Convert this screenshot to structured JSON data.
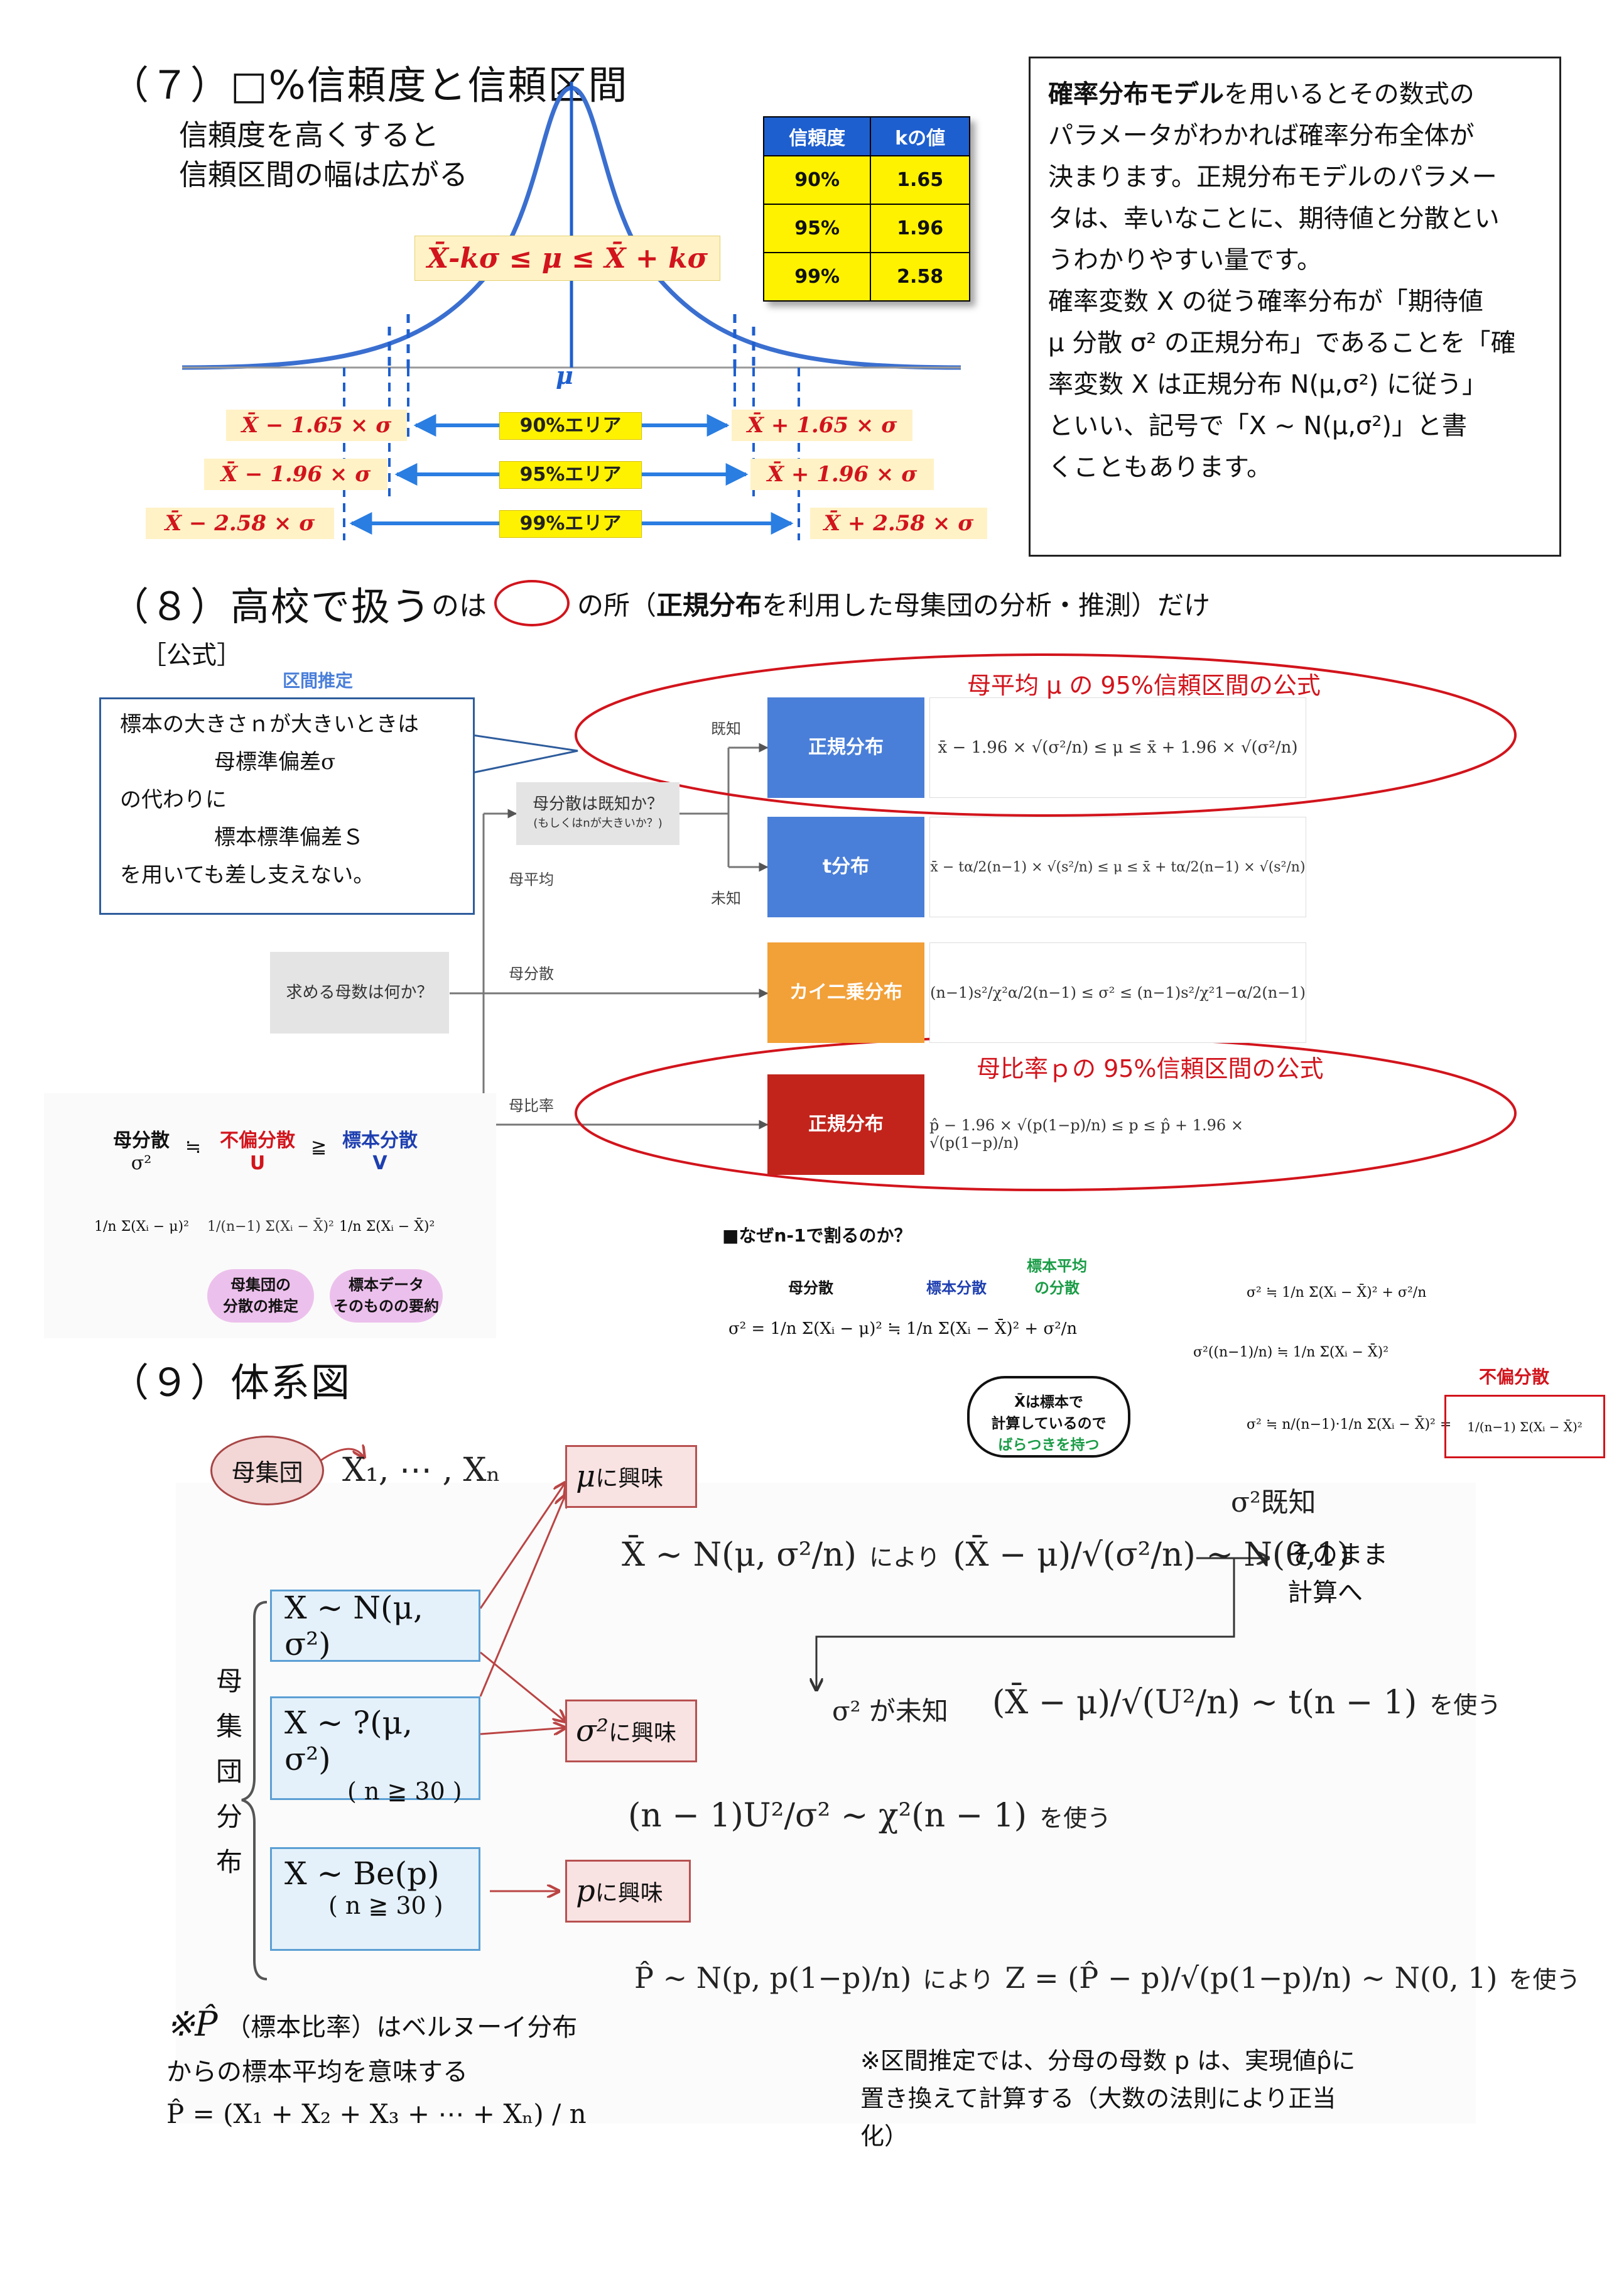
{
  "s7": {
    "heading": "（７）□%信頼度と信頼区間",
    "note_line1": "信頼度を高くすると",
    "note_line2": "信頼区間の幅は広がる",
    "formula": "X̄-kσ ≤ μ ≤ X̄ + kσ",
    "mu": "μ",
    "table": {
      "header_conf": "信頼度",
      "header_k": "kの値",
      "rows": [
        {
          "conf": "90%",
          "k": "1.65"
        },
        {
          "conf": "95%",
          "k": "1.96"
        },
        {
          "conf": "99%",
          "k": "2.58"
        }
      ]
    },
    "rows": [
      {
        "left": "X̄ − 1.65 × σ",
        "area": "90%エリア",
        "right": "X̄ + 1.65 × σ"
      },
      {
        "left": "X̄ − 1.96 × σ",
        "area": "95%エリア",
        "right": "X̄ + 1.96 × σ"
      },
      {
        "left": "X̄ − 2.58 × σ",
        "area": "99%エリア",
        "right": "X̄ + 2.58 × σ"
      }
    ]
  },
  "rightbox": {
    "l1_bold": "確率分布モデル",
    "l1_rest": "を用いるとその数式の",
    "l2": "パラメータがわかれば確率分布全体が",
    "l3": "決まります。正規分布モデルのパラメー",
    "l4": "タは、幸いなことに、期待値と分散とい",
    "l5": "うわかりやすい量です。",
    "l6": "確率変数 X の従う確率分布が「期待値",
    "l7": "μ 分散 σ² の正規分布」であることを「確",
    "l8": "率変数 X は正規分布 N(μ,σ²) に従う」",
    "l9": "といい、記号で「X ~ N(μ,σ²)」と書",
    "l10": "くこともあります。"
  },
  "s8": {
    "heading_a": "（８）高校で扱う",
    "heading_b": "のは",
    "heading_c": "の所（",
    "heading_bold": "正規分布",
    "heading_d": "を利用した母集団の分析・推測）だけ",
    "formula_label": "［公式］",
    "estimate_title": "区間推定",
    "callout": [
      "標本の大きさｎが大きいときは",
      "母標準偏差σ",
      "の代わりに",
      "標本標準偏差Ｓ",
      "を用いても差し支えない。"
    ],
    "ask_param": "求める母数は何か？",
    "ask_var": "母分散は既知か？",
    "ask_var_sub": "(もしくはnが大きいか？)",
    "lbl_mean": "母平均",
    "lbl_var": "母分散",
    "lbl_ratio": "母比率",
    "lbl_known": "既知",
    "lbl_unknown": "未知",
    "box_normal1": "正規分布",
    "box_t": "t分布",
    "box_chi": "カイ二乗分布",
    "box_normal2": "正規分布",
    "f_normal1": "x̄ − 1.96 × √(σ²/n) ≤ μ ≤ x̄ + 1.96 × √(σ²/n)",
    "f_t": "x̄ − tα/2(n−1) × √(s²/n) ≤ μ ≤ x̄ + tα/2(n−1) × √(s²/n)",
    "f_chi": "(n−1)s²/χ²α/2(n−1) ≤ σ² ≤ (n−1)s²/χ²1−α/2(n−1)",
    "f_ratio": "p̂ − 1.96 × √(p(1−p)/n) ≤ p ≤ p̂ + 1.96 × √(p(1−p)/n)",
    "oval1": "母平均 μ の 95%信頼区間の公式",
    "oval2": "母比率ｐの 95%信頼区間の公式"
  },
  "variance": {
    "h_pop": "母分散",
    "h_pop_sym": "σ²",
    "approx": "≒",
    "geq": "≧",
    "h_unbiased": "不偏分散",
    "h_unbiased_sym": "U",
    "h_sample": "標本分散",
    "h_sample_sym": "V",
    "f_pop": "1/n Σ(Xᵢ − μ)²",
    "f_unbiased": "1/(n−1) Σ(Xᵢ − X̄)²",
    "f_sample": "1/n Σ(Xᵢ − X̄)²",
    "oval_a1": "母集団の",
    "oval_a2": "分散の推定",
    "oval_b1": "標本データ",
    "oval_b2": "そのものの要約"
  },
  "why": {
    "title": "■なぜn-1で割るのか？",
    "h_pop": "母分散",
    "h_sample": "標本分散",
    "h_mean1": "標本平均",
    "h_mean2": "の分散",
    "eq_main": "σ² = 1/n Σ(Xᵢ − μ)² ≒ 1/n Σ(Xᵢ − X̄)² + σ²/n",
    "bubble1": "X̄は標本で",
    "bubble2": "計算しているので",
    "bubble3": "ばらつきを持つ",
    "eq1": "σ² ≒ 1/n Σ(Xᵢ − X̄)² + σ²/n",
    "eq2": "σ²((n−1)/n) ≒ 1/n Σ(Xᵢ − X̄)²",
    "eq3": "σ² ≒ n/(n−1)·1/n Σ(Xᵢ − X̄)² =",
    "unbiased_label": "不偏分散",
    "eq3_box": "1/(n−1) Σ(Xᵢ − X̄)²"
  },
  "s9": {
    "heading": "（９）体系図",
    "population": "母集団",
    "samples": "X₁, ⋯ , Xₙ",
    "vertical": [
      "母",
      "集",
      "団",
      "分",
      "布"
    ],
    "dist1": "X ∼ N(μ, σ²)",
    "dist2": "X ∼ ?(μ, σ²)",
    "dist2_cond": "( n ≧ 30 )",
    "dist3": "X ∼ Be(p)",
    "dist3_cond": "( n ≧ 30 )",
    "int_mu_sym": "μ",
    "int_mu": "に興味",
    "int_sigma_sym": "σ²",
    "int_sigma": "に興味",
    "int_p_sym": "p",
    "int_p": "に興味",
    "eq_mu_a": "X̄ ∼ N(μ, σ²/n)",
    "eq_mu_b": "により",
    "eq_mu_c": "(X̄ − μ)/√(σ²/n) ∼ N(0,1)",
    "known": "σ²既知",
    "as_is1": "そのまま",
    "as_is2": "計算へ",
    "unknown": "σ² が未知",
    "eq_t": "(X̄ − μ)/√(U²/n) ∼ t(n − 1)",
    "use_t": "を使う",
    "eq_chi": "(n − 1)U²/σ² ∼ χ²(n − 1)",
    "use_chi": "を使う",
    "eq_p_a": "P̂ ∼ N(p, p(1−p)/n)",
    "eq_p_b": "により",
    "eq_p_c": "Z = (P̂ − p)/√(p(1−p)/n) ∼ N(0, 1)",
    "use_p": "を使う",
    "note1_a": "※P̂",
    "note1_b": "（標本比率）はベルヌーイ分布",
    "note1_c": "からの標本平均を意味する",
    "note1_eq": "P̂ = (X₁ + X₂ + X₃ + ⋯ + Xₙ) / n",
    "note2_l1": "※区間推定では、分母の母数 p は、実現値p̂に",
    "note2_l2": "置き換えて計算する（大数の法則により正当",
    "note2_l3": "化）"
  },
  "colors": {
    "red": "#d2141c",
    "blue": "#1e5fcf",
    "yellow": "#fff200",
    "highlight": "#fff2c6"
  }
}
